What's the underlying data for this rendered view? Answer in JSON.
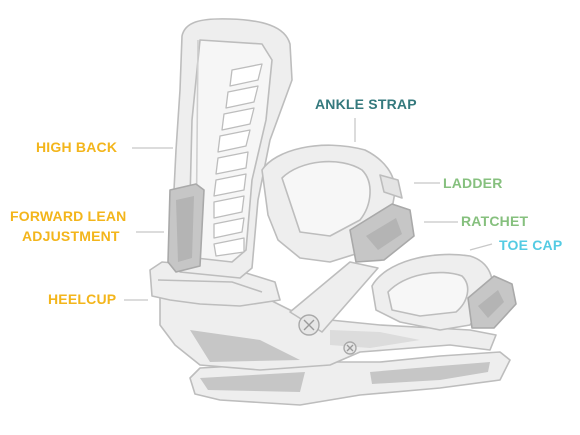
{
  "diagram": {
    "labels": {
      "high_back": "HIGH BACK",
      "forward_lean_line1": "FORWARD LEAN",
      "forward_lean_line2": "ADJUSTMENT",
      "heelcup": "HEELCUP",
      "ankle_strap": "ANKLE STRAP",
      "ladder": "LADDER",
      "ratchet": "RATCHET",
      "toe_cap": "TOE CAP"
    },
    "colors": {
      "high_back": "#f3b51b",
      "forward_lean": "#f3b51b",
      "heelcup": "#f3b51b",
      "ankle_strap": "#34797d",
      "ladder": "#86c07e",
      "ratchet": "#86c07e",
      "toe_cap": "#54cbe3",
      "binding_fill": "#eeeeee",
      "binding_stroke": "#bdbdbd",
      "binding_shadow": "#c6c6c6",
      "leader_line": "#c8c8c8"
    }
  }
}
